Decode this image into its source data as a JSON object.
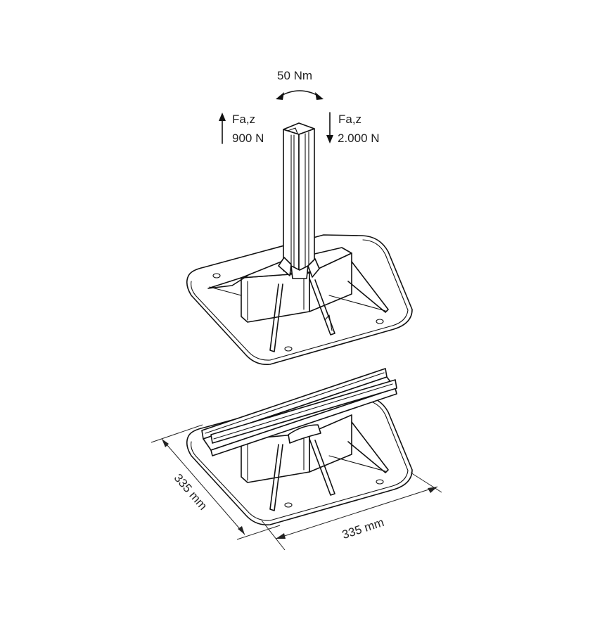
{
  "figure": {
    "title": "Mounting base with post and rail - load and dimension drawing",
    "background": "#ffffff",
    "line_color": "#111111"
  },
  "loads": {
    "torque": {
      "label": "50 Nm",
      "icon": "curved-double-arrow-icon"
    },
    "uplift": {
      "name": "Fa,z",
      "value": "900 N",
      "direction": "up",
      "icon": "arrow-up-icon"
    },
    "downforce": {
      "name": "Fa,z",
      "value": "2.000 N",
      "direction": "down",
      "icon": "arrow-down-icon"
    }
  },
  "dimensions": {
    "depth": {
      "label": "335 mm",
      "orientation": "diagonal-left"
    },
    "width": {
      "label": "335 mm",
      "orientation": "diagonal-right"
    }
  },
  "components": {
    "upper": "base-with-vertical-post",
    "lower": "base-with-horizontal-rail"
  }
}
